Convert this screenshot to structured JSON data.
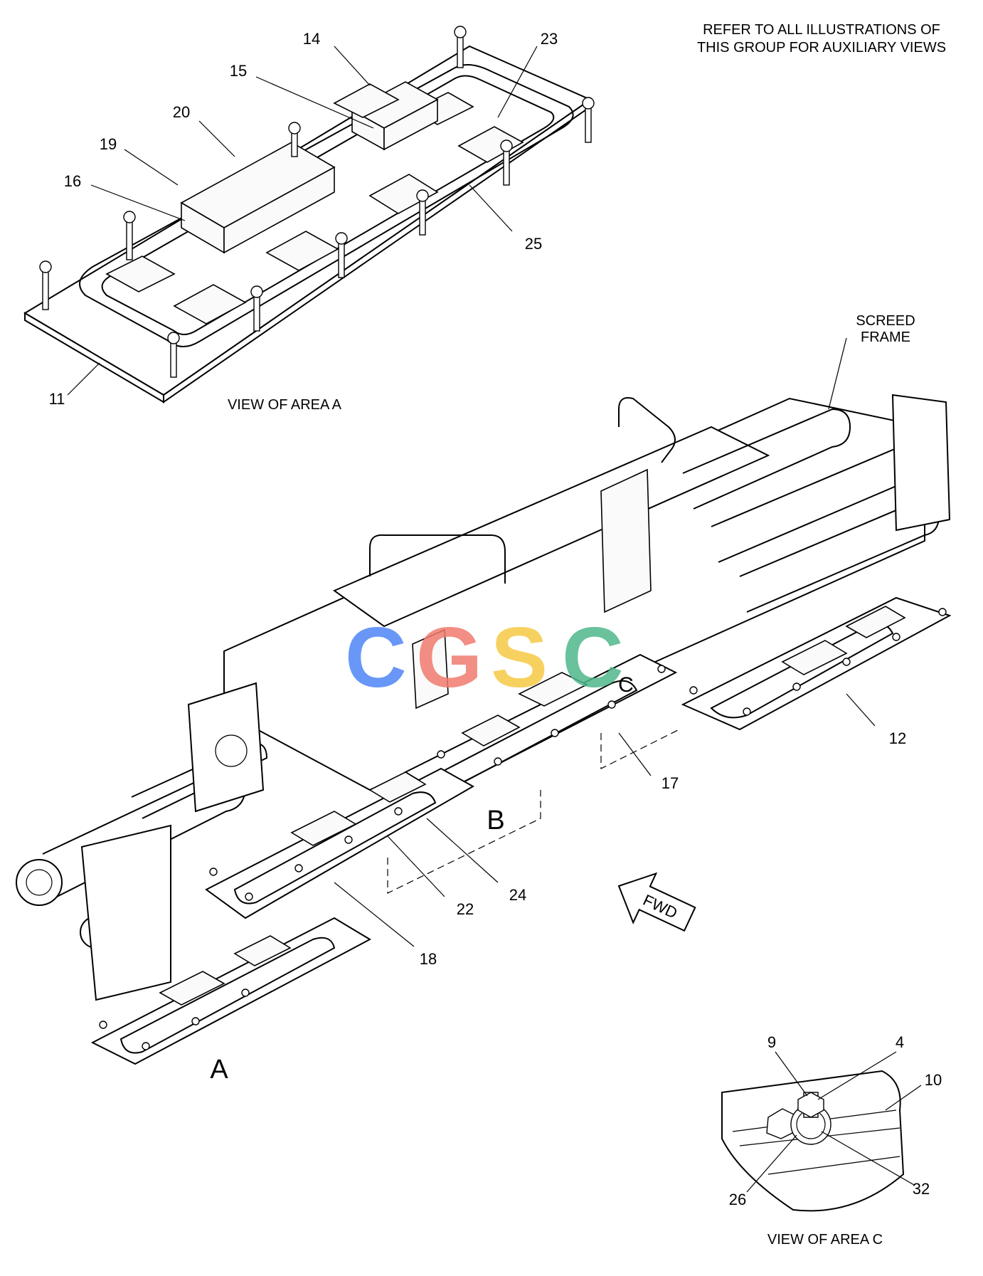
{
  "notes": {
    "refer_line1": "REFER TO ALL ILLUSTRATIONS OF",
    "refer_line2": "THIS GROUP FOR AUXILIARY VIEWS"
  },
  "captions": {
    "view_a": "VIEW OF AREA  A",
    "view_c": "VIEW OF AREA  C",
    "screed_line1": "SCREED",
    "screed_line2": "FRAME"
  },
  "area_markers": {
    "a": "A",
    "b": "B",
    "c": "C"
  },
  "fwd": "FWD",
  "watermark": {
    "text": "CGSC",
    "sub": "c",
    "colors": [
      "#4f86f7",
      "#f07b6e",
      "#f6c945",
      "#4fb88b"
    ]
  },
  "callouts": [
    "14",
    "15",
    "20",
    "19",
    "16",
    "23",
    "25",
    "11",
    "12",
    "17",
    "24",
    "22",
    "18",
    "9",
    "4",
    "10",
    "32",
    "26"
  ]
}
